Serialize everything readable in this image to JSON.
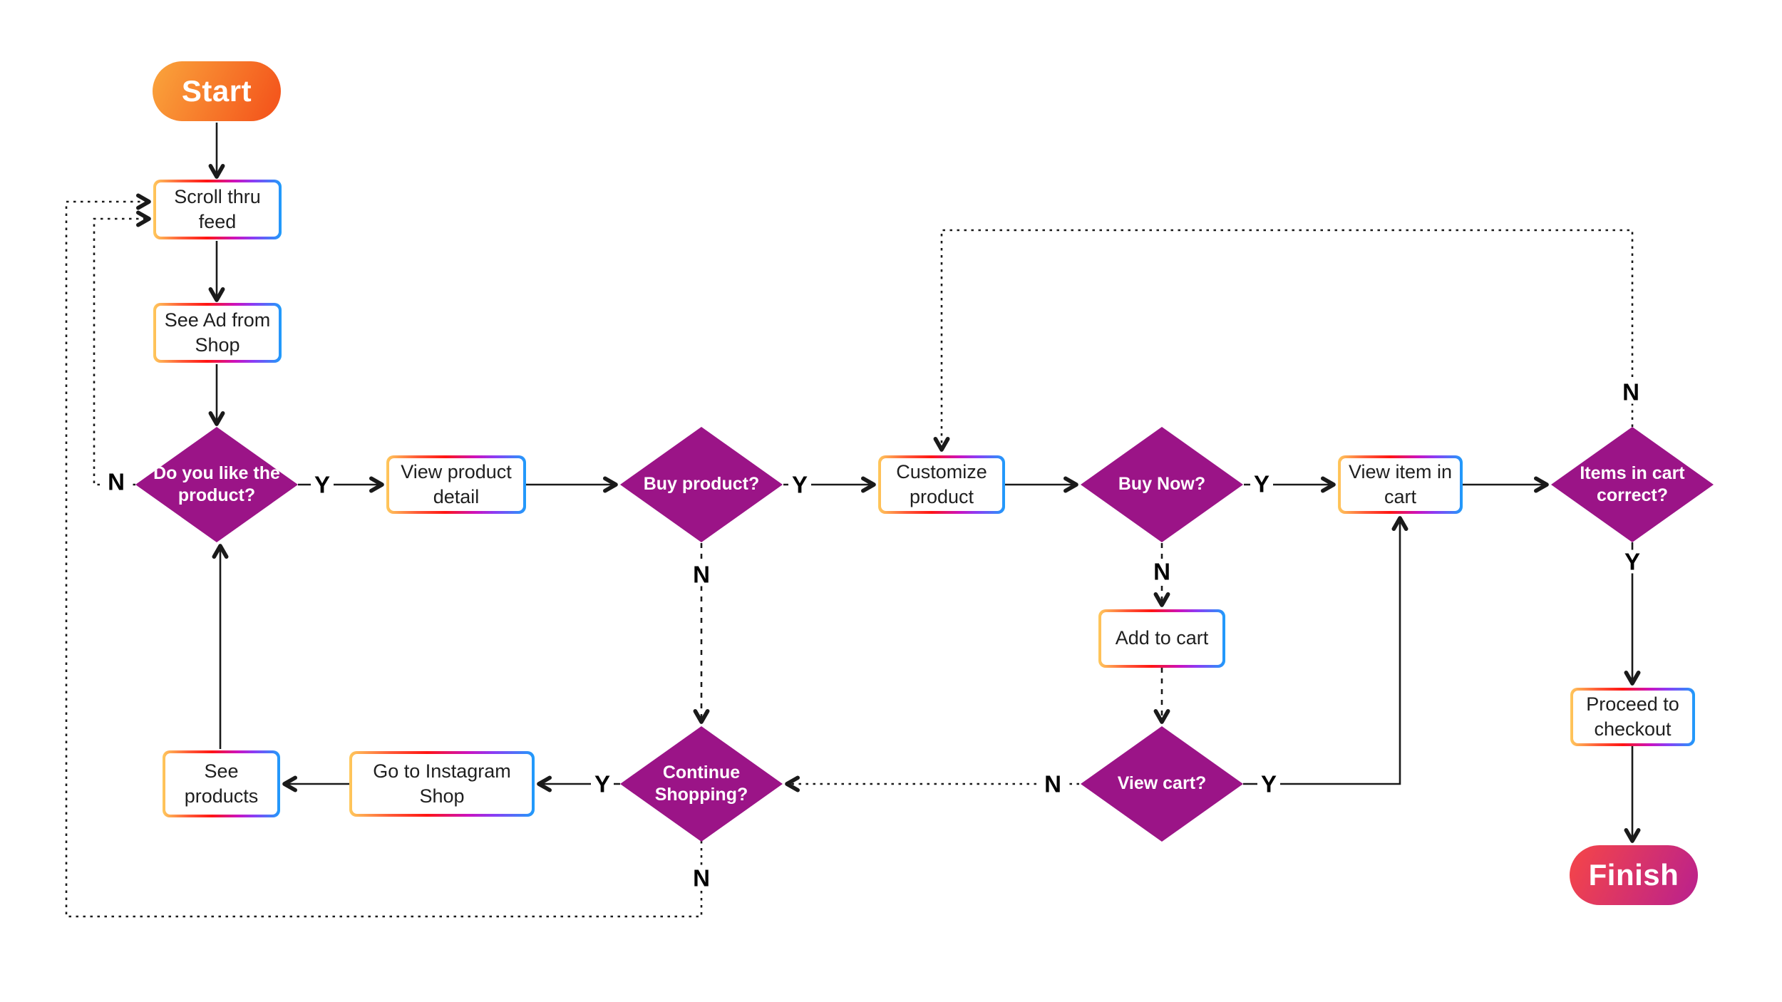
{
  "nodes": {
    "start": {
      "label": "Start",
      "type": "terminator"
    },
    "scroll_feed": {
      "label": "Scroll thru feed",
      "type": "process"
    },
    "see_ad": {
      "label": "See Ad from Shop",
      "type": "process"
    },
    "like_product": {
      "label": "Do you like the product?",
      "type": "decision"
    },
    "view_detail": {
      "label": "View product detail",
      "type": "process"
    },
    "buy_product": {
      "label": "Buy product?",
      "type": "decision"
    },
    "customize": {
      "label": "Customize product",
      "type": "process"
    },
    "buy_now": {
      "label": "Buy Now?",
      "type": "decision"
    },
    "view_item": {
      "label": "View item in cart",
      "type": "process"
    },
    "items_correct": {
      "label": "Items in cart correct?",
      "type": "decision"
    },
    "add_to_cart": {
      "label": "Add to cart",
      "type": "process"
    },
    "view_cart": {
      "label": "View cart?",
      "type": "decision"
    },
    "continue_shopping": {
      "label": "Continue Shopping?",
      "type": "decision"
    },
    "go_shop": {
      "label": "Go to Instagram Shop",
      "type": "process"
    },
    "see_products": {
      "label": "See products",
      "type": "process"
    },
    "proceed_checkout": {
      "label": "Proceed to checkout",
      "type": "process"
    },
    "finish": {
      "label": "Finish",
      "type": "terminator"
    }
  },
  "edge_labels": {
    "like_yes": "Y",
    "like_no": "N",
    "buy_product_yes": "Y",
    "buy_product_no": "N",
    "buy_now_yes": "Y",
    "buy_now_no": "N",
    "items_correct_yes": "Y",
    "items_correct_no": "N",
    "view_cart_yes": "Y",
    "view_cart_no": "N",
    "continue_yes": "Y",
    "continue_no": "N"
  },
  "colors": {
    "line": "#1a1a1a",
    "text": "#1f1f1f",
    "magenta": "#9B1487",
    "g-gold": "#FFC95C",
    "g-orange": "#FF5B37",
    "g-red": "#FF1414",
    "g-purple": "#CC12BE",
    "g-violet": "#8A3DF5",
    "g-blue": "#1E9DFB",
    "start-a": "#FAA53C",
    "start-b": "#F4581D",
    "finish-a": "#F0424E",
    "finish-b": "#B9208E"
  }
}
